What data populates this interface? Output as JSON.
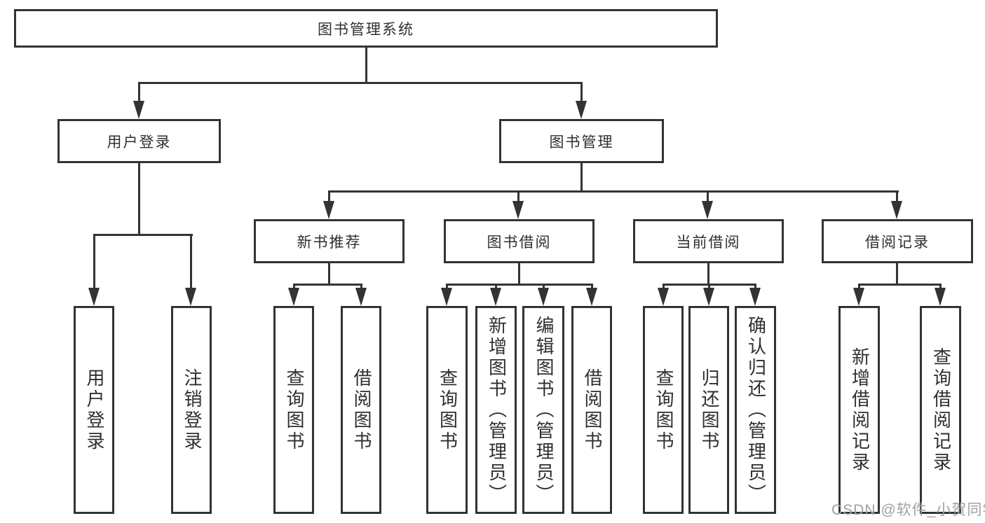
{
  "diagram": {
    "root": {
      "label": "图书管理系统"
    },
    "level2": [
      {
        "label": "用户登录"
      },
      {
        "label": "图书管理"
      }
    ],
    "level3": [
      {
        "label": "新书推荐"
      },
      {
        "label": "图书借阅"
      },
      {
        "label": "当前借阅"
      },
      {
        "label": "借阅记录"
      }
    ],
    "leaves": {
      "user_login": [
        {
          "label": "用户登录"
        },
        {
          "label": "注销登录"
        }
      ],
      "new_books": [
        {
          "label": "查询图书"
        },
        {
          "label": "借阅图书"
        }
      ],
      "book_borrow": [
        {
          "label": "查询图书"
        },
        {
          "label": "新增图书（管理员）"
        },
        {
          "label": "编辑图书（管理员）"
        },
        {
          "label": "借阅图书"
        }
      ],
      "current_borrow": [
        {
          "label": "查询图书"
        },
        {
          "label": "归还图书"
        },
        {
          "label": "确认归还（管理员）"
        }
      ],
      "borrow_records": [
        {
          "label": "新增借阅记录"
        },
        {
          "label": "查询借阅记录"
        }
      ]
    },
    "watermark": "CSDN @软件_小贺同学",
    "colors": {
      "line": "#333333",
      "text": "#2f2f2f",
      "background": "#ffffff",
      "watermark": "#a0a0a0"
    }
  }
}
